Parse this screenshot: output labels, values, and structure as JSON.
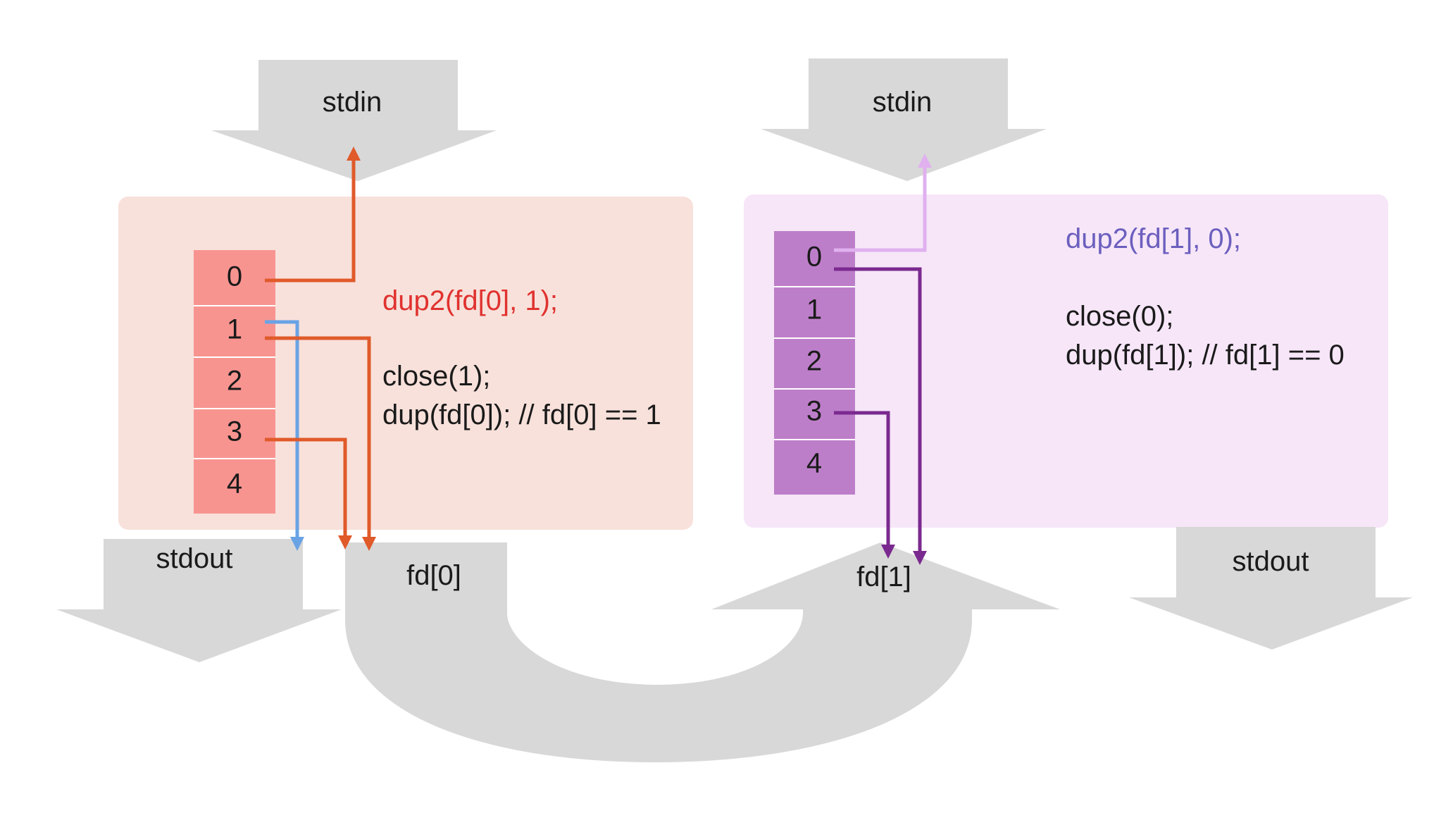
{
  "colors": {
    "gray_arrow": "#d8d8d8",
    "left_panel_bg": "#f8e1db",
    "right_panel_bg": "#f6e6f8",
    "left_table": "#f89490",
    "right_table": "#bd7ec9",
    "orange_line": "#e05a2a",
    "blue_line": "#6aa3e5",
    "dark_purple_line": "#7a2a8f",
    "light_purple_line": "#e0b0ef",
    "dup2_left_text": "#e0322f",
    "dup2_right_text": "#6c5fbe"
  },
  "labels": {
    "stdin_left": "stdin",
    "stdin_right": "stdin",
    "stdout_left": "stdout",
    "stdout_right": "stdout",
    "fd0": "fd[0]",
    "fd1": "fd[1]"
  },
  "left_panel": {
    "fd_rows": [
      "0",
      "1",
      "2",
      "3",
      "4"
    ],
    "dup2": "dup2(fd[0], 1);",
    "close": "close(1);",
    "dup": "dup(fd[0]);  // fd[0] == 1"
  },
  "right_panel": {
    "fd_rows": [
      "0",
      "1",
      "2",
      "3",
      "4"
    ],
    "dup2": "dup2(fd[1], 0);",
    "close": "close(0);",
    "dup": "dup(fd[1]);  // fd[1] == 0"
  }
}
